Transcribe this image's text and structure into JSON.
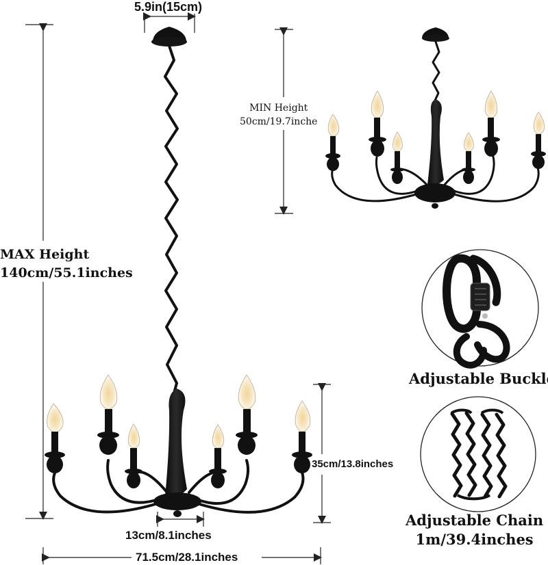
{
  "dimensions": {
    "canopy_width": "5.9in(15cm)",
    "min_height_line1": "MIN Height",
    "min_height_line2": "50cm/19.7inche",
    "max_height_line1": "MAX Height",
    "max_height_line2": "140cm/55.1inches",
    "fixture_height": "35cm/13.8inches",
    "base_width": "13cm/8.1inches",
    "total_width": "71.5cm/28.1inches"
  },
  "features": {
    "buckle_label": "Adjustable Buckle",
    "chain_label_line1": "Adjustable Chain",
    "chain_label_line2": "1m/39.4inches"
  },
  "colors": {
    "metal": "#111111",
    "bulb_glow": "#f2d69a",
    "bulb_glass": "#f8f3ea",
    "arrow_line": "#222222",
    "background": "#ffffff"
  }
}
